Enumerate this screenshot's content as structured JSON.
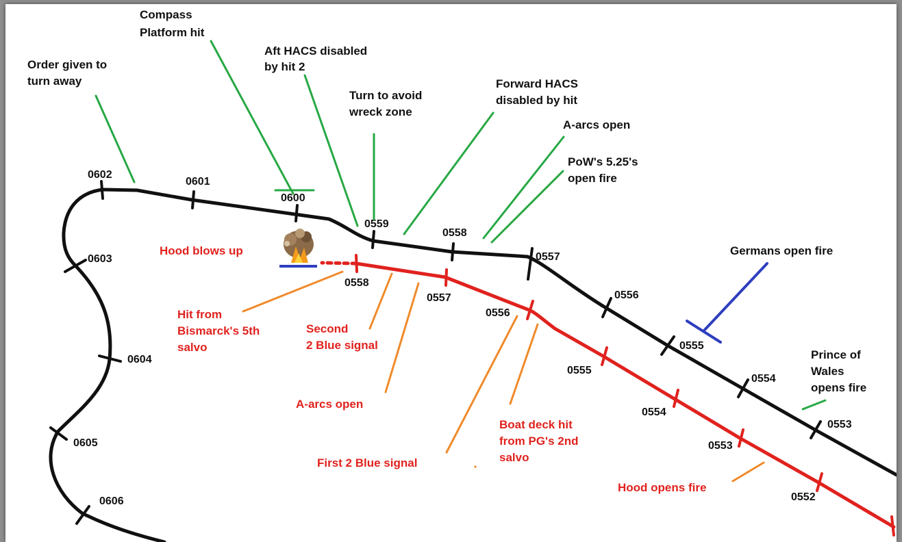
{
  "colors": {
    "prince_of_wales_track": "#111111",
    "hood_track": "#e0221e",
    "pow_events": "#27a844",
    "hood_events": "#f08a2a",
    "german_event": "#2f3fbf"
  },
  "pow_time_labels": [
    "0602",
    "0601",
    "0600",
    "0559",
    "0558",
    "0557",
    "0556",
    "0555",
    "0554",
    "0553",
    "0603",
    "0604",
    "0605",
    "0606"
  ],
  "hood_time_labels": [
    "0558",
    "0557",
    "0556",
    "0555",
    "0554",
    "0553",
    "0552"
  ],
  "pow_annotations": [
    [
      "Compass",
      "Platform hit"
    ],
    [
      "Order given to",
      "turn away"
    ],
    [
      "Aft HACS disabled",
      "by hit 2"
    ],
    [
      "Turn to avoid",
      "wreck zone"
    ],
    [
      "Forward HACS",
      "disabled by hit"
    ],
    [
      "A-arcs open"
    ],
    [
      "PoW's 5.25's",
      "open fire"
    ],
    [
      "Prince of",
      "Wales",
      "opens fire"
    ]
  ],
  "german_annotation": "Germans open fire",
  "hood_annotations": [
    [
      "Hood blows up"
    ],
    [
      "Hit from",
      "Bismarck's 5th",
      "salvo"
    ],
    [
      "Second",
      "2 Blue signal"
    ],
    [
      "A-arcs open"
    ],
    [
      "First 2 Blue signal"
    ],
    [
      "Boat deck hit",
      "from PG's 2nd",
      "salvo"
    ],
    [
      "Hood opens fire"
    ]
  ],
  "icons": {
    "explosion": "explosion-icon"
  }
}
